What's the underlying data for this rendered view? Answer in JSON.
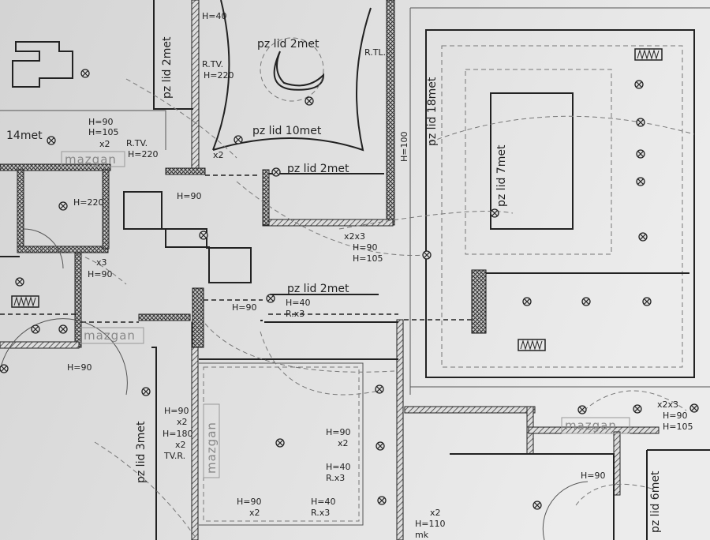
{
  "plan": {
    "labels": [
      "pz lid 2met",
      "H=40",
      "R.TV.",
      "H=220",
      "pz lid 2met",
      "pz lid 10met",
      "R.TL.",
      "pz lid 2met",
      "H=100",
      "pz lid 18met",
      "pz lid 7met",
      "14met",
      "H=90",
      "H=105",
      "R.TV.",
      "H=220",
      "H=220",
      "H=90",
      "x3",
      "H=90",
      "pz lid 2met",
      "H=40",
      "R.x3",
      "H=90",
      "x2x3",
      "H=90",
      "H=105",
      "H=90",
      "pz lid 3met",
      "H=90",
      "x2",
      "H=180",
      "x2",
      "TV.R.",
      "H=90",
      "x2",
      "H=40",
      "R.x3",
      "H=90",
      "x2",
      "H=40",
      "R.x3",
      "x2",
      "H=110",
      "mk",
      "H=90",
      "x2x3",
      "H=90",
      "H=105",
      "pz lid 6met",
      "x2",
      "x2"
    ],
    "mazgan": [
      "mazgan",
      "mazgan",
      "mazgan",
      "mazgan"
    ]
  }
}
